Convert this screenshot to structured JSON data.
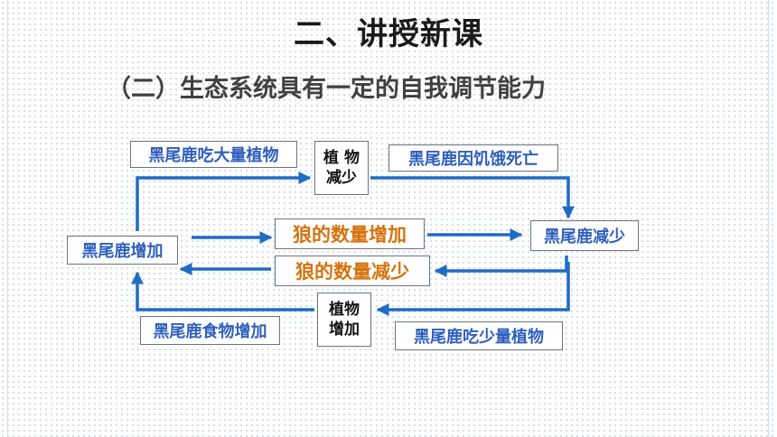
{
  "title": "二、讲授新课",
  "subtitle": "（二）生态系统具有一定的自我调节能力",
  "nodes": {
    "deer_eat_many": "黑尾鹿吃大量植物",
    "plant_decrease_line1": "植 物",
    "plant_decrease_line2": "减少",
    "deer_starve": "黑尾鹿因饥饿死亡",
    "deer_increase": "黑尾鹿增加",
    "wolf_increase": "狼的数量增加",
    "deer_decrease": "黑尾鹿减少",
    "wolf_decrease": "狼的数量减少",
    "plant_increase_line1": "植物",
    "plant_increase_line2": "增加",
    "deer_food_increase": "黑尾鹿食物增加",
    "deer_eat_less": "黑尾鹿吃少量植物"
  },
  "colors": {
    "arrow": "#1f6cc4",
    "blue_text": "#2e5fbd",
    "orange_text": "#d5730e"
  }
}
